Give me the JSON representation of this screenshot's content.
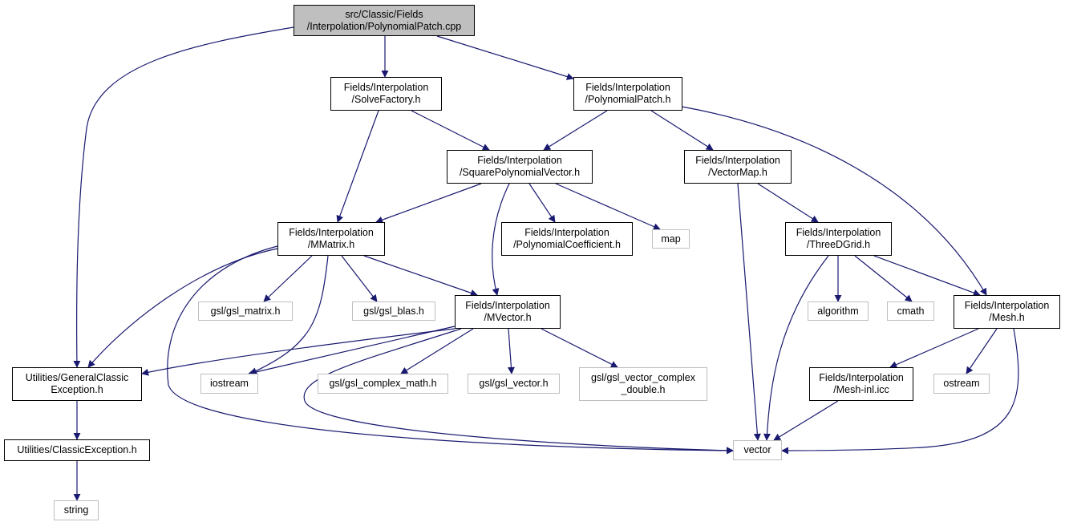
{
  "diagram": {
    "edge_color": "#191970",
    "root_fill": "#bfbfbf",
    "external_border": "#bfbfbf",
    "nodes": {
      "root": {
        "line1": "src/Classic/Fields",
        "line2": "/Interpolation/PolynomialPatch.cpp"
      },
      "solve_factory": {
        "line1": "Fields/Interpolation",
        "line2": "/SolveFactory.h"
      },
      "polynomial_patch_h": {
        "line1": "Fields/Interpolation",
        "line2": "/PolynomialPatch.h"
      },
      "square_poly_vector": {
        "line1": "Fields/Interpolation",
        "line2": "/SquarePolynomialVector.h"
      },
      "vector_map": {
        "line1": "Fields/Interpolation",
        "line2": "/VectorMap.h"
      },
      "mmatrix": {
        "line1": "Fields/Interpolation",
        "line2": "/MMatrix.h"
      },
      "poly_coefficient": {
        "line1": "Fields/Interpolation",
        "line2": "/PolynomialCoefficient.h"
      },
      "map": {
        "line1": "map"
      },
      "three_d_grid": {
        "line1": "Fields/Interpolation",
        "line2": "/ThreeDGrid.h"
      },
      "gsl_matrix": {
        "line1": "gsl/gsl_matrix.h"
      },
      "gsl_blas": {
        "line1": "gsl/gsl_blas.h"
      },
      "mvector": {
        "line1": "Fields/Interpolation",
        "line2": "/MVector.h"
      },
      "algorithm": {
        "line1": "algorithm"
      },
      "cmath": {
        "line1": "cmath"
      },
      "mesh_h": {
        "line1": "Fields/Interpolation",
        "line2": "/Mesh.h"
      },
      "general_exception": {
        "line1": "Utilities/GeneralClassic",
        "line2": "Exception.h"
      },
      "iostream": {
        "line1": "iostream"
      },
      "gsl_complex_math": {
        "line1": "gsl/gsl_complex_math.h"
      },
      "gsl_vector": {
        "line1": "gsl/gsl_vector.h"
      },
      "gsl_vector_complex": {
        "line1": "gsl/gsl_vector_complex",
        "line2": "_double.h"
      },
      "mesh_inl": {
        "line1": "Fields/Interpolation",
        "line2": "/Mesh-inl.icc"
      },
      "ostream": {
        "line1": "ostream"
      },
      "classic_exception": {
        "line1": "Utilities/ClassicException.h"
      },
      "vector": {
        "line1": "vector"
      },
      "string": {
        "line1": "string"
      }
    }
  }
}
